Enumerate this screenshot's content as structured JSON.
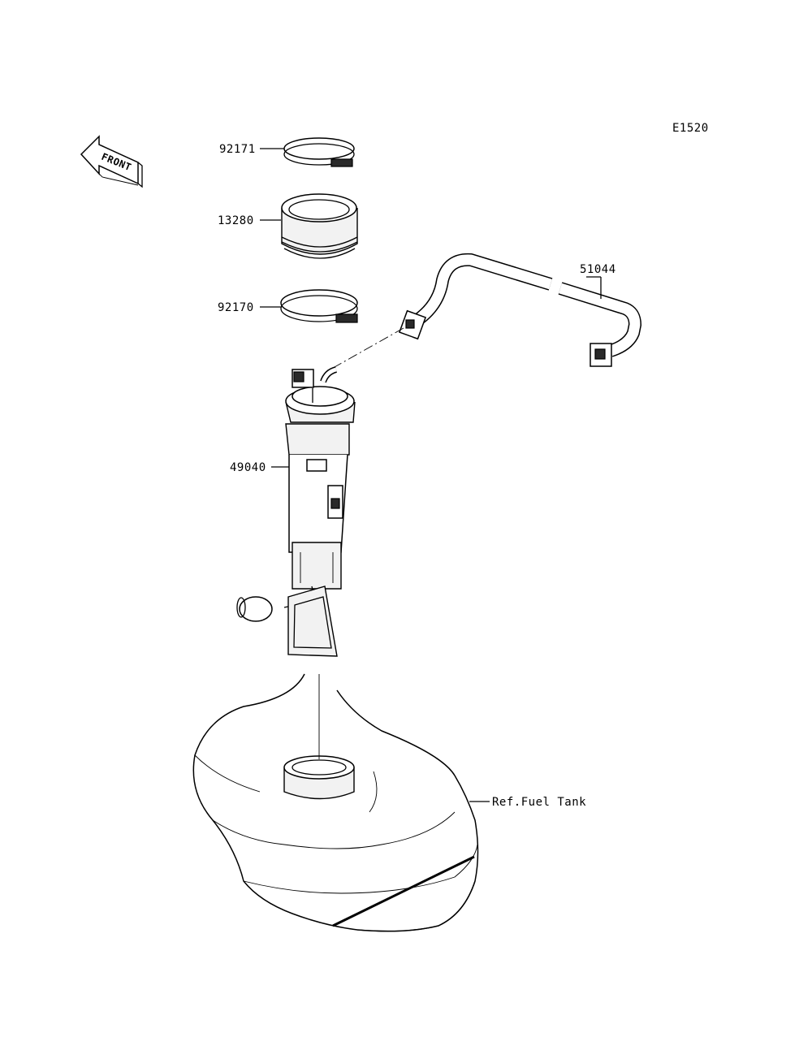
{
  "diagram": {
    "code": "E1520",
    "front_label": "FRONT",
    "parts": [
      {
        "id": "clamp-top",
        "number": "92171"
      },
      {
        "id": "gasket",
        "number": "13280"
      },
      {
        "id": "clamp-bottom",
        "number": "92170"
      },
      {
        "id": "fuel-pump",
        "number": "49040"
      },
      {
        "id": "fuel-hose",
        "number": "51044"
      }
    ],
    "reference": "Ref.Fuel Tank"
  }
}
